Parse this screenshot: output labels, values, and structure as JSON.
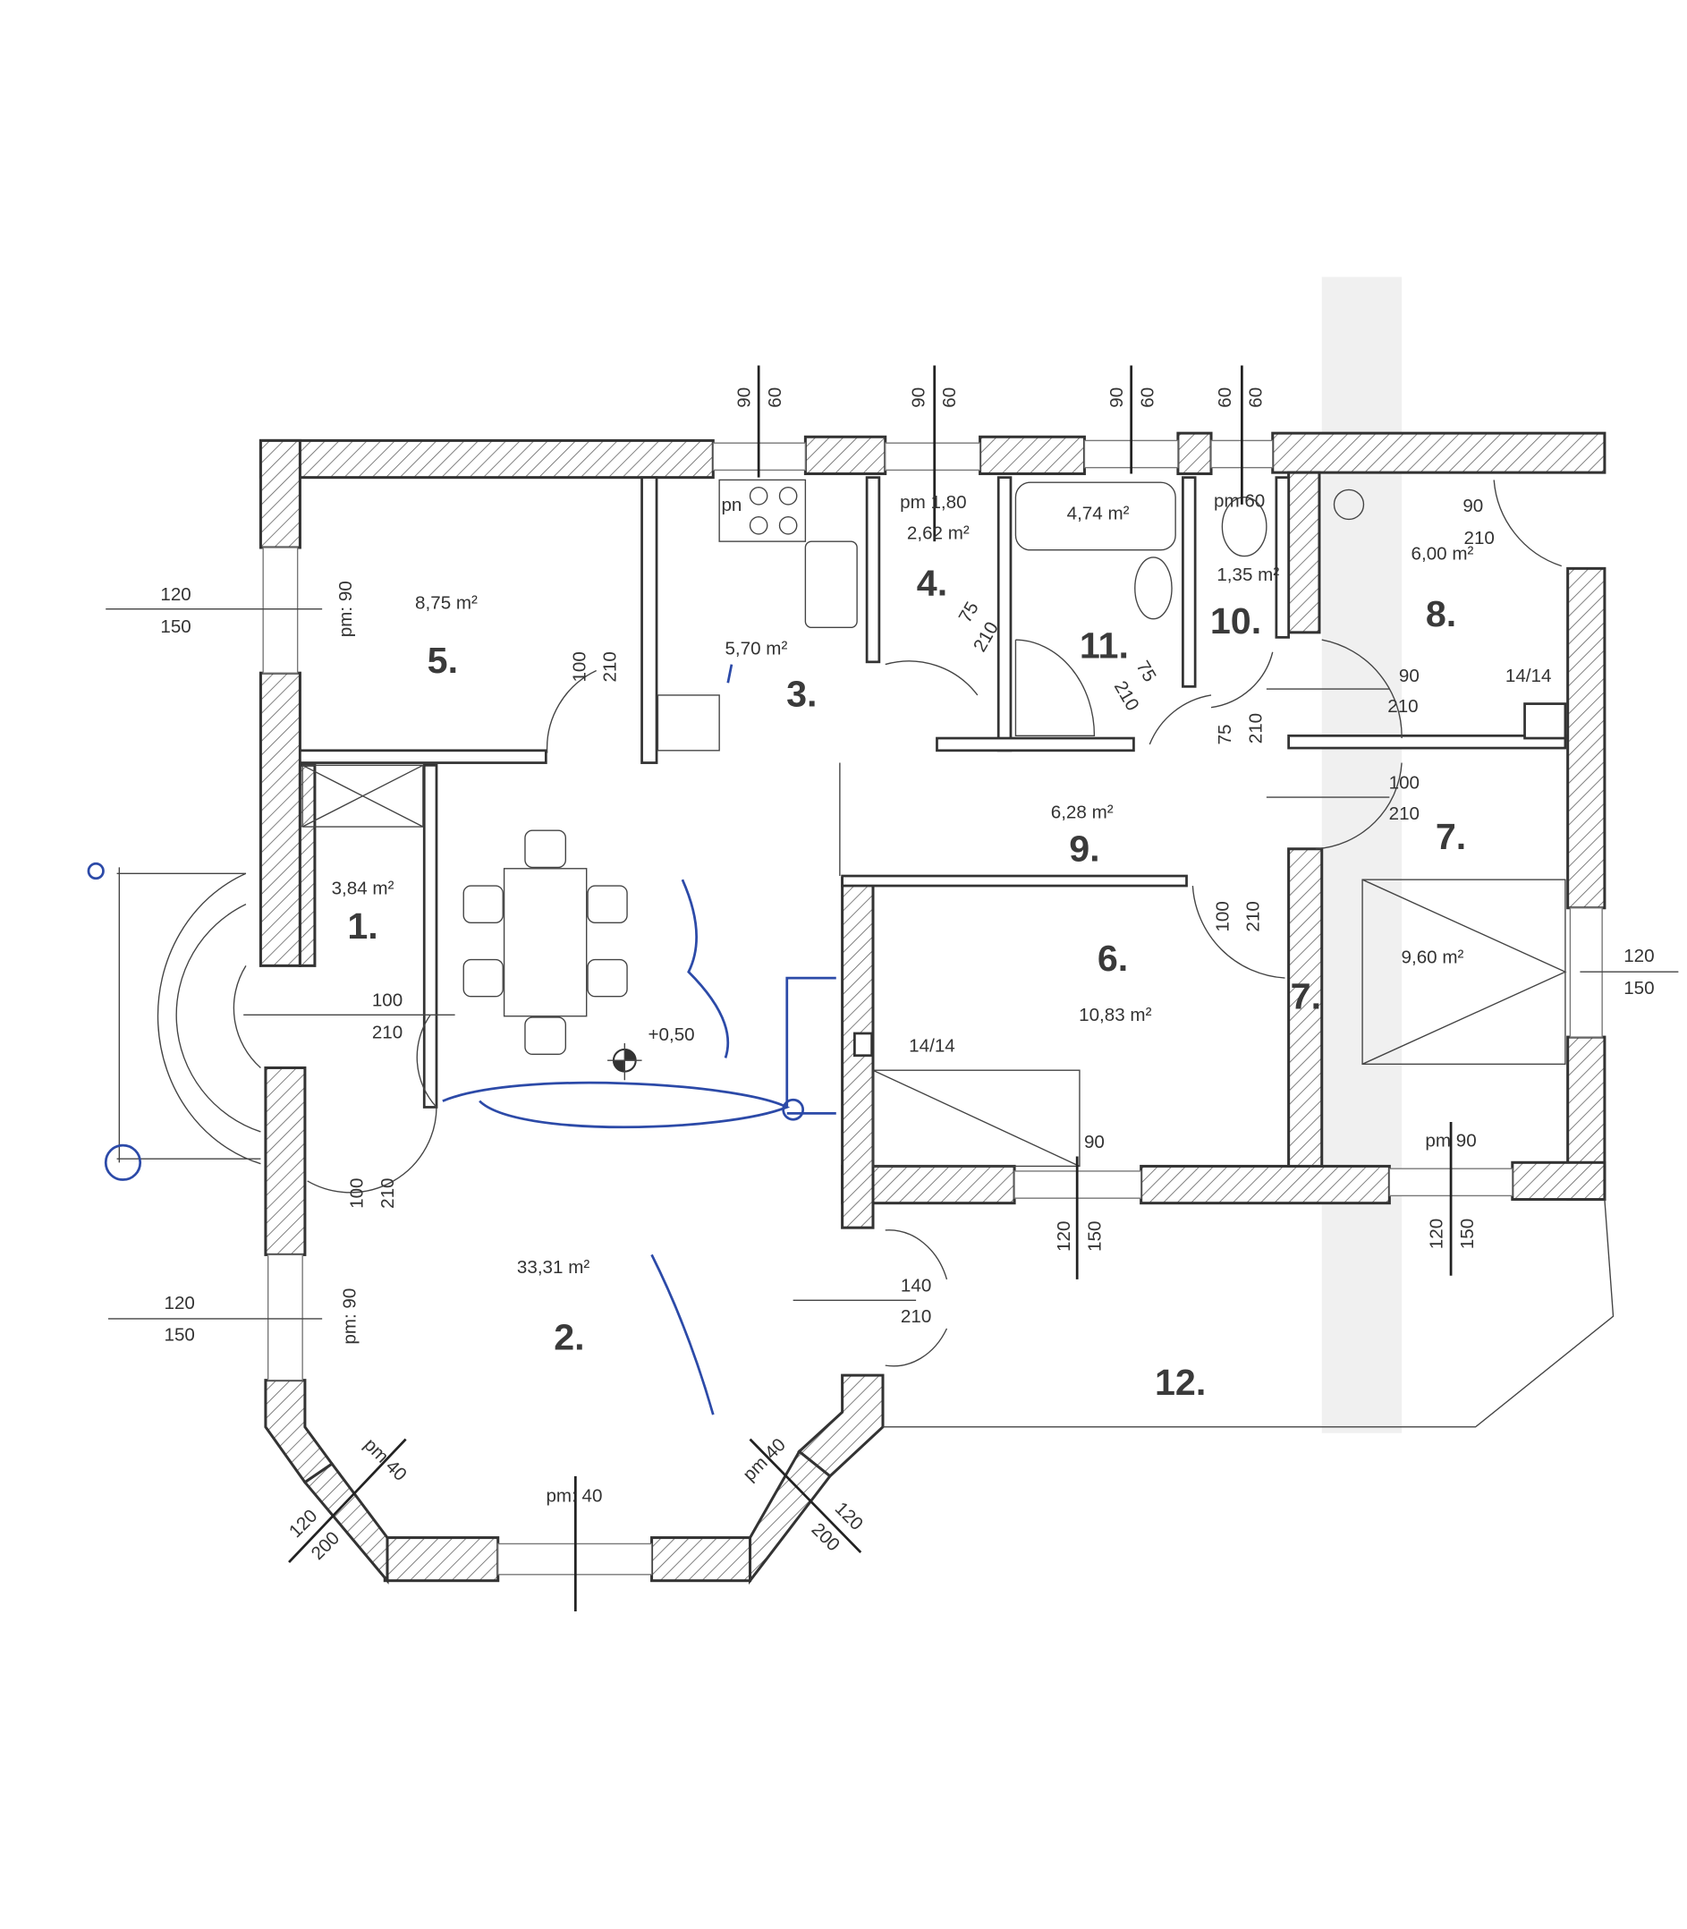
{
  "rooms": [
    {
      "number": "1.",
      "area": "3,84 m²"
    },
    {
      "number": "2.",
      "area": "33,31 m²"
    },
    {
      "number": "3.",
      "area": "5,70 m²"
    },
    {
      "number": "4.",
      "area": "2,62 m²"
    },
    {
      "number": "5.",
      "area": "8,75 m²"
    },
    {
      "number": "6.",
      "area": "10,83 m²"
    },
    {
      "number": "7.",
      "area": "9,60 m²"
    },
    {
      "number": "8.",
      "area": "6,00 m²"
    },
    {
      "number": "9.",
      "area": "6,28 m²"
    },
    {
      "number": "10.",
      "area": "1,35 m²"
    },
    {
      "number": "11.",
      "area": "4,74 m²"
    },
    {
      "number": "12."
    }
  ],
  "secondary_room_label": "7.",
  "annotations": [
    "120",
    "150",
    "120",
    "150",
    "120",
    "150",
    "100",
    "210",
    "100",
    "210",
    "100",
    "210",
    "140",
    "210",
    "90",
    "210",
    "90",
    "210",
    "100",
    "210",
    "100",
    "210",
    "75",
    "210",
    "75",
    "210",
    "75",
    "210",
    "90",
    "60",
    "90",
    "60",
    "90",
    "60",
    "60",
    "60",
    "120",
    "150",
    "120",
    "150",
    "pm: 90",
    "pm: 90",
    "pm: 40",
    "pm 40",
    "pm 40",
    "120",
    "200",
    "120",
    "200",
    "pm 1,80",
    "pn",
    "pm 60",
    "pm 90",
    "14/14",
    "14/14",
    "90",
    "+0,50"
  ],
  "colors": {
    "wall_line": "#333333",
    "handwriting": "#2c4aa8",
    "paper": "#ffffff"
  }
}
